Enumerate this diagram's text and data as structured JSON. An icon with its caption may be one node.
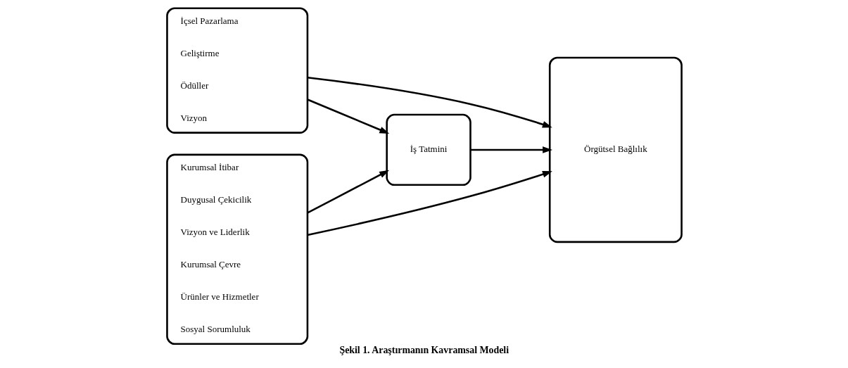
{
  "diagram": {
    "caption": "Şekil 1. Araştırmanın Kavramsal Modeli",
    "nodes": [
      {
        "text": [
          "İçsel Pazarlama",
          "Geliştirme",
          "Ödüller",
          "Vizyon"
        ]
      },
      {
        "text": [
          "Kurumsal İtibar",
          "Duygusal Çekicilik",
          "Vizyon ve Liderlik",
          "Kurumsal Çevre",
          "Ürünler ve Hizmetler",
          "Sosyal Sorumluluk"
        ]
      },
      {
        "text": [
          "İş Tatmini"
        ]
      },
      {
        "text": [
          "Örgütsel Bağlılık"
        ]
      }
    ],
    "edges": [
      {
        "from": 0,
        "to": 3,
        "arrow": "to"
      },
      {
        "from": 0,
        "to": 2,
        "arrow": "to"
      },
      {
        "from": 1,
        "to": 2,
        "arrow": "to"
      },
      {
        "from": 2,
        "to": 3,
        "arrow": "to"
      },
      {
        "from": 1,
        "to": 3,
        "arrow": "to"
      }
    ]
  }
}
